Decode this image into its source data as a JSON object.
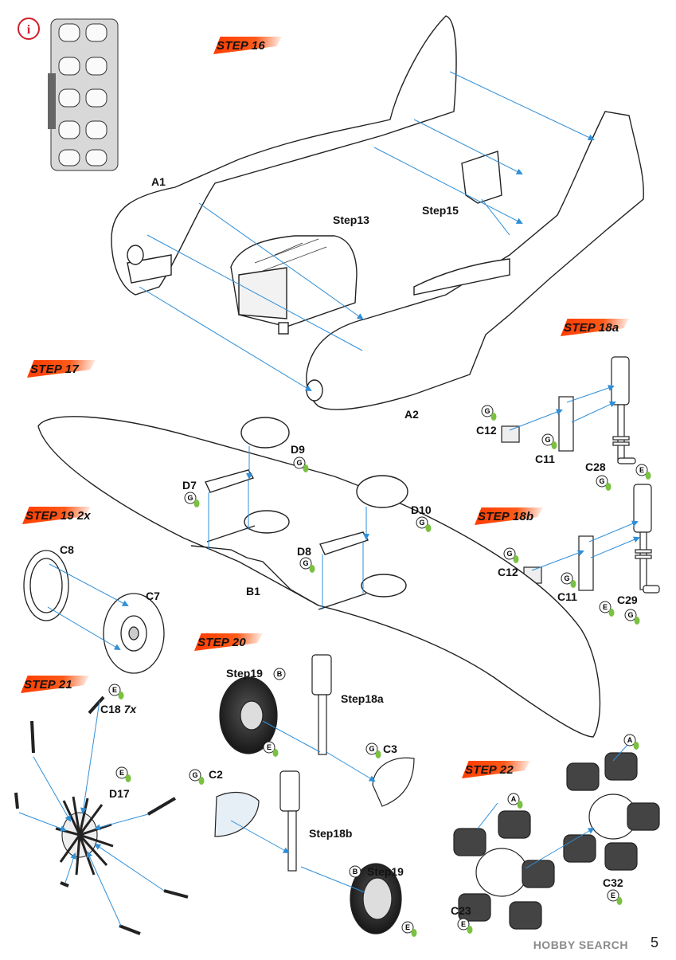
{
  "page_number": "5",
  "watermark": "HOBBY SEARCH",
  "steps": {
    "s16": "STEP 16",
    "s17": "STEP 17",
    "s18a": "STEP 18a",
    "s18b": "STEP 18b",
    "s19": "STEP 19",
    "s19_qty": "2x",
    "s20": "STEP 20",
    "s21": "STEP 21",
    "s22": "STEP 22"
  },
  "labels": {
    "a1": "A1",
    "a2": "A2",
    "step13": "Step13",
    "step15": "Step15",
    "c12a": "C12",
    "c11a": "C11",
    "c28": "C28",
    "c12b": "C12",
    "c11b": "C11",
    "c29": "C29",
    "d9": "D9",
    "d7": "D7",
    "d10": "D10",
    "d8": "D8",
    "b1": "B1",
    "c8": "C8",
    "c7": "C7",
    "step19a": "Step19",
    "step18a": "Step18a",
    "c3": "C3",
    "c2": "C2",
    "step18b": "Step18b",
    "step19b": "Step19",
    "c18": "C18",
    "c18_qty": "7x",
    "d17": "D17",
    "c23": "C23",
    "c32": "C32"
  },
  "sprue_markers": {
    "g": "G",
    "e": "E",
    "b": "B",
    "a": "A",
    "info": "i"
  },
  "colors": {
    "step_flag": "#ff3b00",
    "guide_line": "#2f8fd8",
    "glue_drop": "#7ac142"
  }
}
